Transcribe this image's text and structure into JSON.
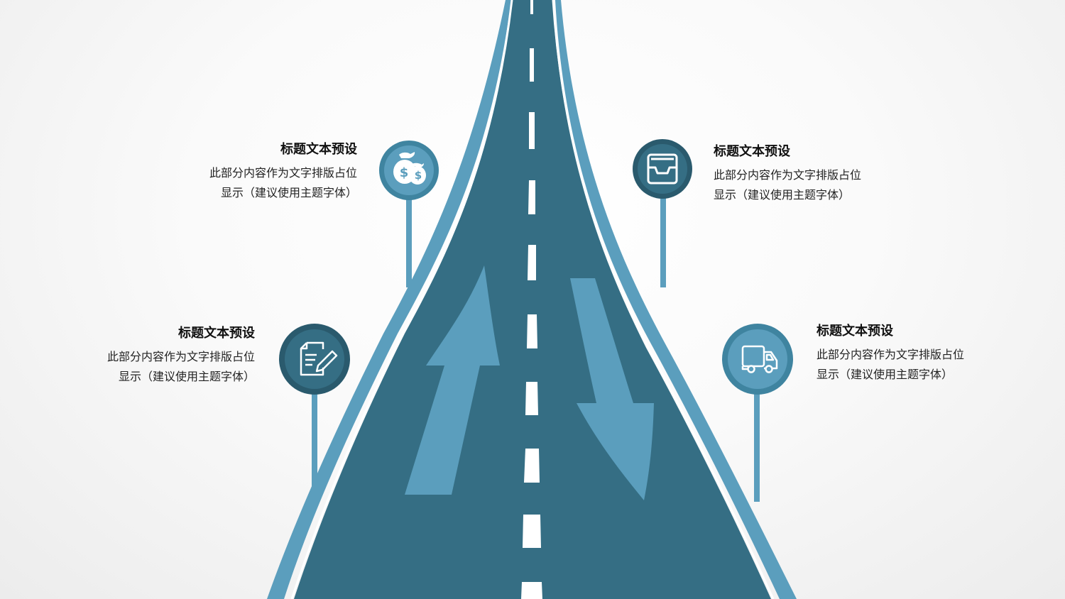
{
  "colors": {
    "road": "#356e84",
    "road_edge": "#5b9ebd",
    "lane_marking": "#ffffff",
    "arrow": "#5b9ebd",
    "pin_light_fill": "#5b9ebd",
    "pin_light_ring": "#3f84a0",
    "pin_dark_fill": "#356e84",
    "pin_dark_ring": "#2a5a6d",
    "pole": "#5b9ebd"
  },
  "items": [
    {
      "position": "top-left",
      "icon": "money-bags-icon",
      "title": "标题文本预设",
      "desc_line1": "此部分内容作为文字排版占位",
      "desc_line2": "显示（建议使用主题字体）"
    },
    {
      "position": "top-right",
      "icon": "inbox-tray-icon",
      "title": "标题文本预设",
      "desc_line1": "此部分内容作为文字排版占位",
      "desc_line2": "显示（建议使用主题字体）"
    },
    {
      "position": "bottom-left",
      "icon": "document-edit-icon",
      "title": "标题文本预设",
      "desc_line1": "此部分内容作为文字排版占位",
      "desc_line2": "显示（建议使用主题字体）"
    },
    {
      "position": "bottom-right",
      "icon": "delivery-truck-icon",
      "title": "标题文本预设",
      "desc_line1": "此部分内容作为文字排版占位",
      "desc_line2": "显示（建议使用主题字体）"
    }
  ],
  "arrows": [
    {
      "direction": "up",
      "lane": "left"
    },
    {
      "direction": "down",
      "lane": "right"
    }
  ]
}
